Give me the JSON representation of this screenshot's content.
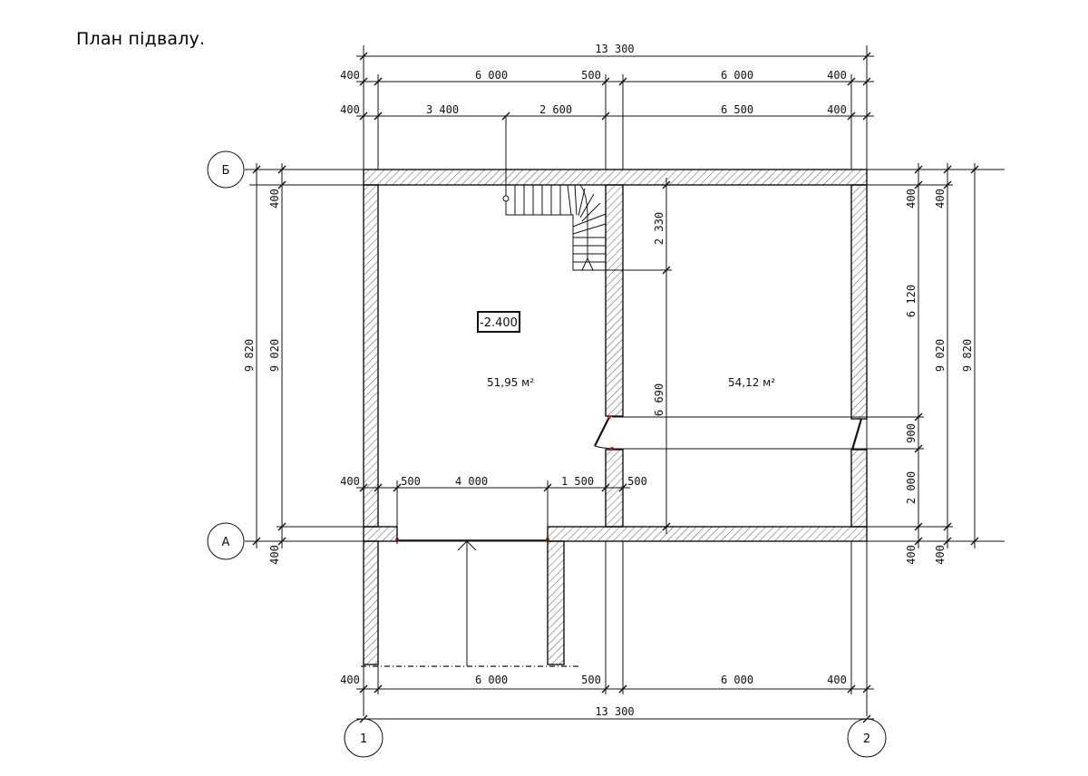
{
  "title": "План підвалу.",
  "axes": {
    "a": "А",
    "b": "Б",
    "one": "1",
    "two": "2"
  },
  "level_mark": "-2.400",
  "rooms": {
    "left_area": "51,95 м²",
    "right_area": "54,12 м²"
  },
  "dims": {
    "top_total": "13 300",
    "top_r1": [
      "400",
      "6 000",
      "500",
      "6 000",
      "400"
    ],
    "top_r2": [
      "400",
      "3 400",
      "2 600",
      "6 500",
      "400"
    ],
    "left_outer": "9 820",
    "left_inner": "9 020",
    "left_top_wall": "400",
    "left_bot_wall": "400",
    "right_outer": "9 820",
    "right_inner": "9 020",
    "right_seg": [
      "400",
      "6 120",
      "900",
      "2 000",
      "400"
    ],
    "right_outer_top": "400",
    "right_outer_bot": "400",
    "partition_upper": "2 330",
    "partition_lower": "6 690",
    "bottom_inner": [
      "400",
      "500",
      "4 000",
      "1 500",
      "500"
    ],
    "bottom_r1": [
      "400",
      "6 000",
      "500",
      "6 000",
      "400"
    ],
    "bottom_total": "13 300"
  },
  "colors": {
    "line": "#111111",
    "hatch": "#555555",
    "door_dot": "#cc2200"
  }
}
